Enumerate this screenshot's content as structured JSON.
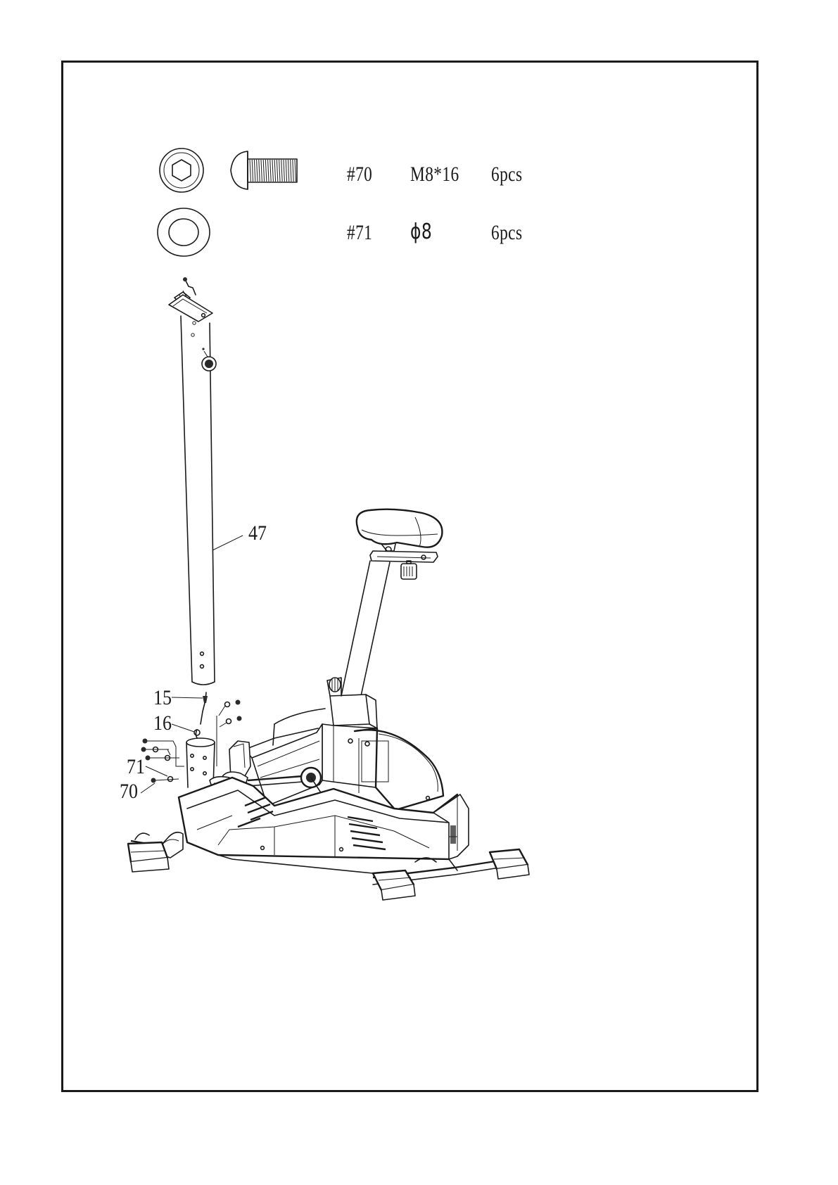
{
  "hardware": [
    {
      "part_no": "#70",
      "size": "M8*16",
      "quantity": "6pcs",
      "icon": "hex-bolt-icon"
    },
    {
      "part_no": "#71",
      "size": "ϕ8",
      "quantity": "6pcs",
      "icon": "washer-icon"
    }
  ],
  "callouts": [
    {
      "label": "47",
      "part": "handlebar-post"
    },
    {
      "label": "15",
      "part": "upper-computer-cable"
    },
    {
      "label": "16",
      "part": "lower-computer-cable"
    },
    {
      "label": "71",
      "part": "washer"
    },
    {
      "label": "70",
      "part": "bolt"
    }
  ]
}
